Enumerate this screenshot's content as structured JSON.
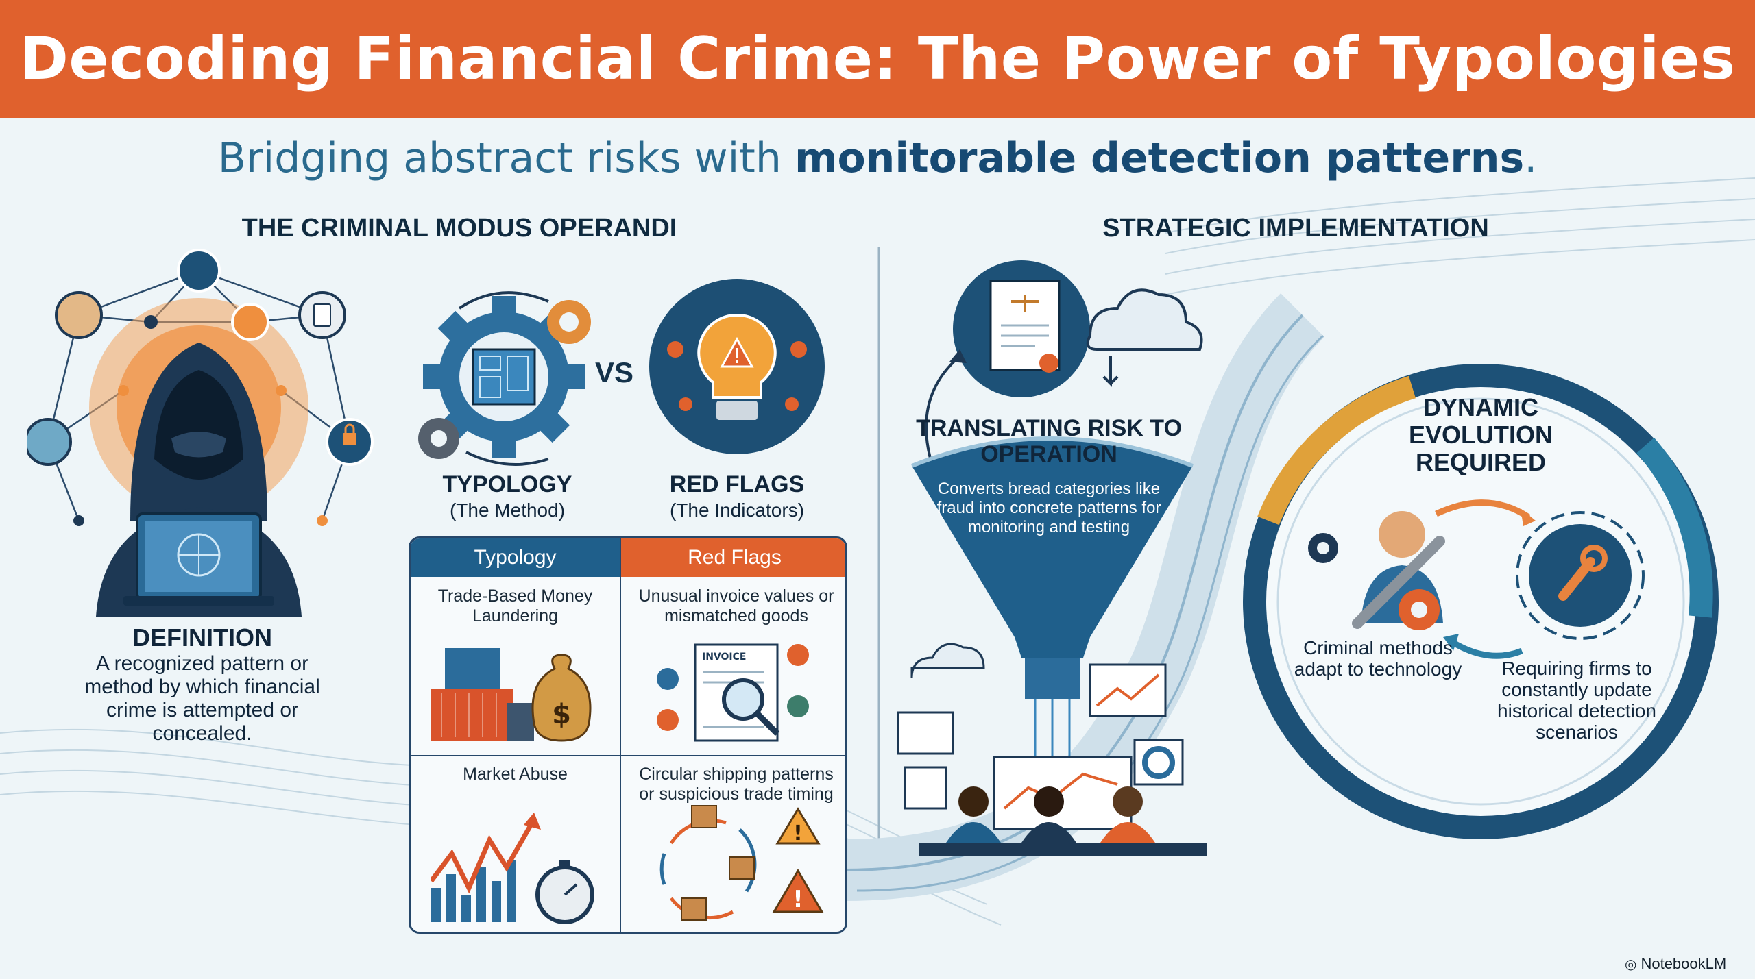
{
  "header": {
    "title": "Decoding Financial Crime: The Power of Typologies"
  },
  "subtitle": {
    "plain": "Bridging abstract risks with",
    "bold": "monitorable detection patterns",
    "end": "."
  },
  "left_section": {
    "heading": "THE CRIMINAL MODUS OPERANDI",
    "definition_title": "DEFINITION",
    "definition_text": "A recognized pattern or method by which financial crime is attempted or concealed."
  },
  "comparison": {
    "vs": "VS",
    "typology_title": "TYPOLOGY",
    "typology_sub": "(The Method)",
    "redflags_title": "RED FLAGS",
    "redflags_sub": "(The Indicators)",
    "table": {
      "headers": [
        "Typology",
        "Red Flags"
      ],
      "rows": [
        [
          "Trade-Based Money Laundering",
          "Unusual invoice values or mismatched goods"
        ],
        [
          "Market Abuse",
          "Circular shipping patterns or suspicious trade timing"
        ]
      ],
      "invoice_label": "INVOICE"
    }
  },
  "right_section": {
    "heading": "STRATEGIC IMPLEMENTATION",
    "funnel_title": "TRANSLATING RISK TO OPERATION",
    "funnel_text": "Converts bread categories like fraud into concrete patterns for monitoring and testing",
    "dynamic_title": "DYNAMIC EVOLUTION REQUIRED",
    "dynamic_left": "Criminal methods adapt to technology",
    "dynamic_right": "Requiring firms to constantly update historical detection scenarios"
  },
  "footer": {
    "brand": "NotebookLM"
  },
  "colors": {
    "orange": "#e0612d",
    "navy": "#1f5f8b",
    "dark": "#10253a",
    "background": "#eef5f8"
  }
}
